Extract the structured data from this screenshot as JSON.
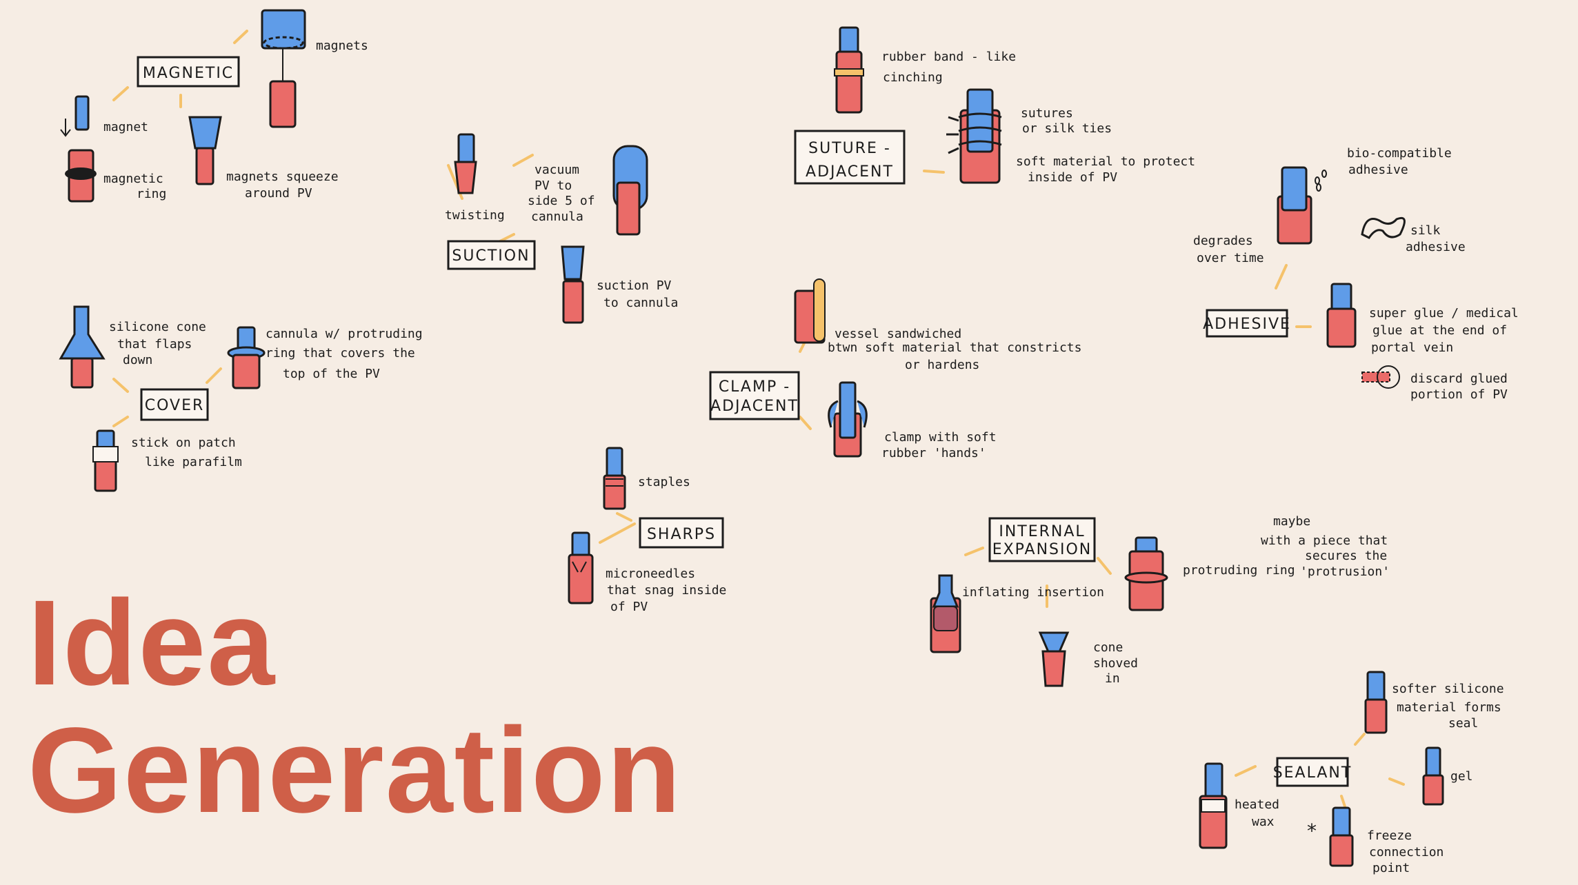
{
  "title": {
    "line1": "Idea",
    "line2": "Generation"
  },
  "colors": {
    "vessel": "#ea6b68",
    "cannula": "#5f9ce8",
    "connector": "#f5c26b",
    "title": "#cf5f48",
    "ink": "#1c1c1c",
    "background": "#f6ede4"
  },
  "categories": {
    "magnetic": {
      "label": "MAGNETIC",
      "notes": [
        "magnets",
        "magnet",
        "magnetic",
        "ring",
        "magnets squeeze",
        "around PV"
      ]
    },
    "suction": {
      "label": "SUCTION",
      "notes": [
        "twisting",
        "vacuum",
        "PV to",
        "side 5 of",
        "cannula",
        "suction PV",
        "to cannula"
      ]
    },
    "suture": {
      "label1": "SUTURE -",
      "label2": "ADJACENT",
      "notes": [
        "rubber band - like",
        "cinching",
        "sutures",
        "or silk ties",
        "soft material to protect",
        "inside of PV"
      ]
    },
    "adhesive": {
      "label": "ADHESIVE",
      "notes": [
        "bio-compatible",
        "adhesive",
        "silk",
        "adhesive",
        "degrades",
        "over time",
        "super glue / medical",
        "glue at the end of",
        "portal vein",
        "discard glued",
        "portion of PV"
      ]
    },
    "cover": {
      "label": "COVER",
      "notes": [
        "silicone cone",
        "that flaps",
        "down",
        "cannula w/ protruding",
        "ring that covers the",
        "top of the PV",
        "stick on patch",
        "like parafilm"
      ]
    },
    "clamp": {
      "label1": "CLAMP -",
      "label2": "ADJACENT",
      "notes": [
        "vessel sandwiched",
        "btwn soft material that constricts",
        "or hardens",
        "clamp with soft",
        "rubber 'hands'"
      ]
    },
    "sharps": {
      "label": "SHARPS",
      "notes": [
        "staples",
        "microneedles",
        "that snag inside",
        "of PV"
      ]
    },
    "internal": {
      "label1": "INTERNAL",
      "label2": "EXPANSION",
      "notes": [
        "inflating insertion",
        "protruding ring",
        "maybe",
        "with a piece that",
        "secures the",
        "'protrusion'",
        "cone",
        "shoved",
        "in"
      ]
    },
    "sealant": {
      "label": "SEALANT",
      "notes": [
        "softer silicone",
        "material forms",
        "seal",
        "gel",
        "heated",
        "wax",
        "freeze",
        "connection",
        "point"
      ]
    }
  },
  "icons": [
    "vessel-icon",
    "cannula-icon",
    "magnet-icon",
    "cone-icon",
    "ring-icon",
    "clamp-icon",
    "staple-icon",
    "arrow-down-icon",
    "asterisk-icon",
    "silk-icon"
  ]
}
